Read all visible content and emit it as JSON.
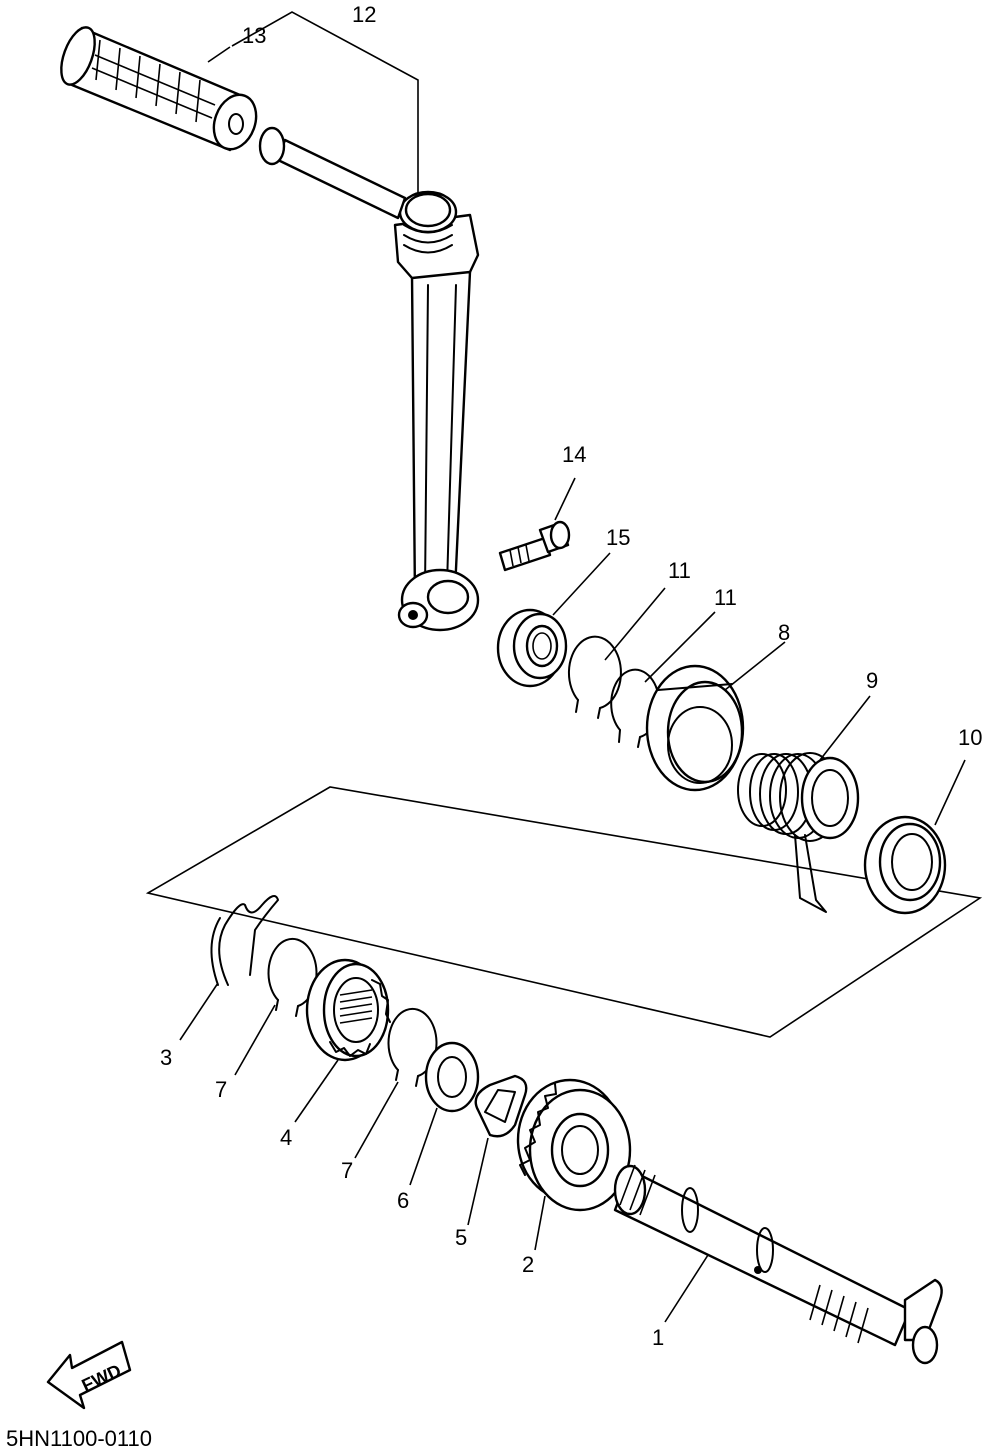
{
  "diagram": {
    "drawing_code": "5HN1100-0110",
    "direction_label": "FWD",
    "callouts": [
      {
        "id": "c1",
        "label": "1"
      },
      {
        "id": "c2",
        "label": "2"
      },
      {
        "id": "c3",
        "label": "3"
      },
      {
        "id": "c4",
        "label": "4"
      },
      {
        "id": "c5",
        "label": "5"
      },
      {
        "id": "c6",
        "label": "6"
      },
      {
        "id": "c7a",
        "label": "7"
      },
      {
        "id": "c7b",
        "label": "7"
      },
      {
        "id": "c8",
        "label": "8"
      },
      {
        "id": "c9",
        "label": "9"
      },
      {
        "id": "c10",
        "label": "10"
      },
      {
        "id": "c11a",
        "label": "11"
      },
      {
        "id": "c11b",
        "label": "11"
      },
      {
        "id": "c12",
        "label": "12"
      },
      {
        "id": "c13",
        "label": "13"
      },
      {
        "id": "c14",
        "label": "14"
      },
      {
        "id": "c15",
        "label": "15"
      }
    ]
  }
}
